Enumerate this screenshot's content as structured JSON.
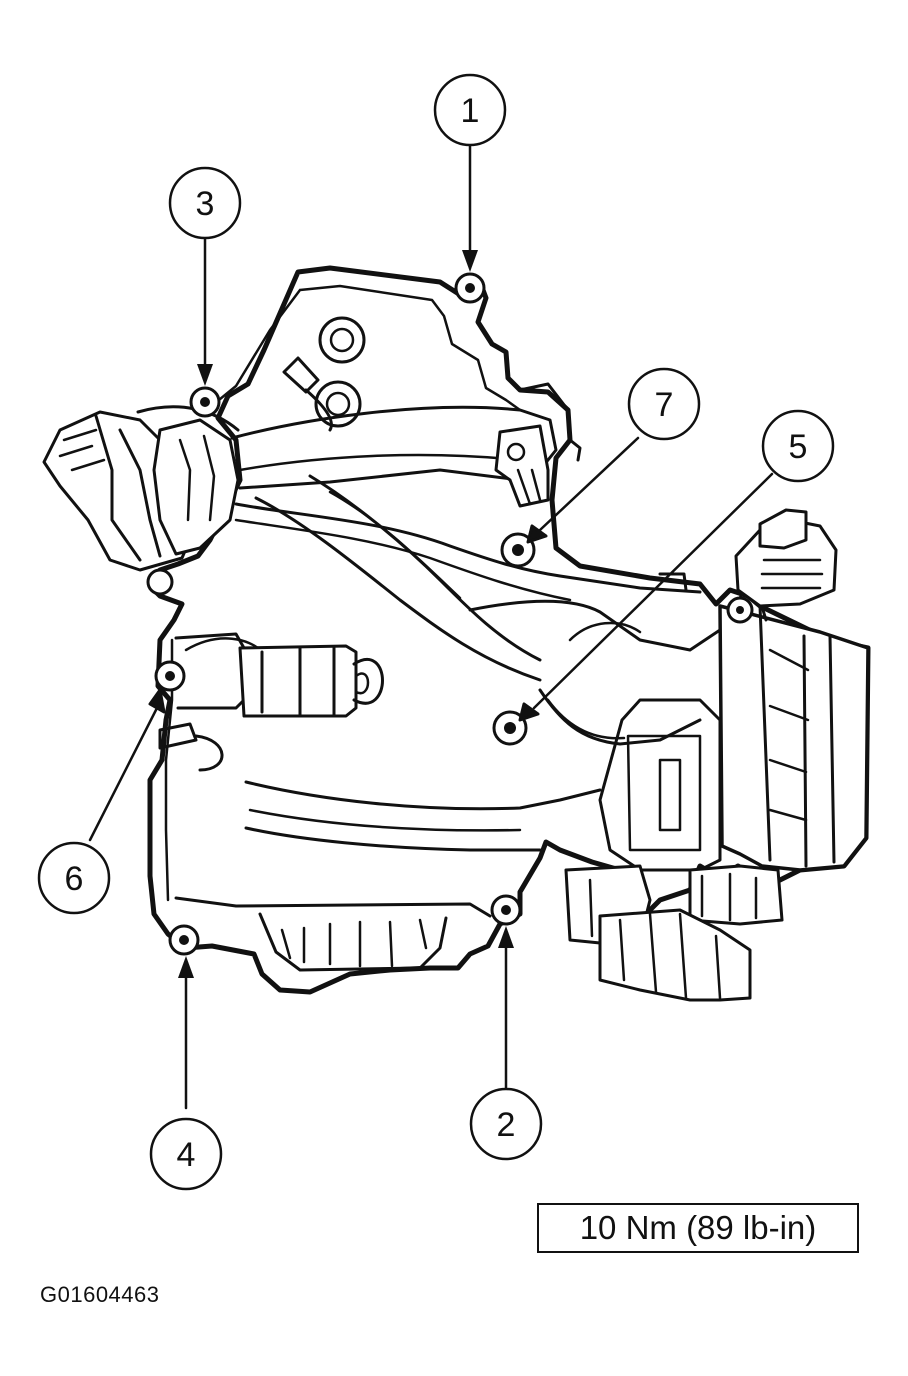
{
  "callouts": [
    {
      "label": "1"
    },
    {
      "label": "2"
    },
    {
      "label": "3"
    },
    {
      "label": "4"
    },
    {
      "label": "5"
    },
    {
      "label": "6"
    },
    {
      "label": "7"
    }
  ],
  "torque_spec": "10 Nm (89 lb-in)",
  "figure_code": "G01604463"
}
